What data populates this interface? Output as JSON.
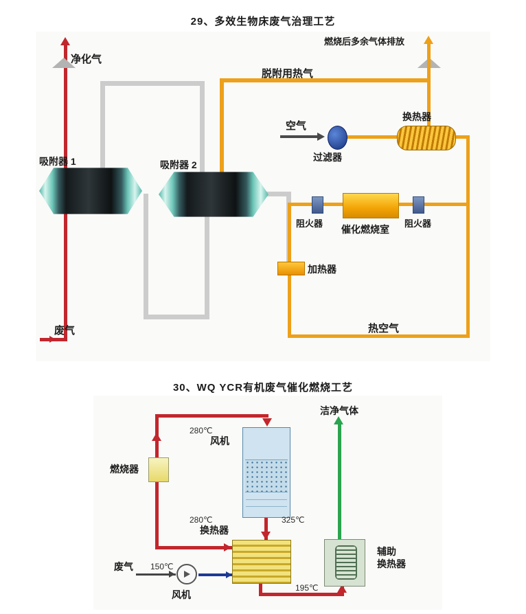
{
  "diagram1": {
    "title": "29、多效生物床废气治理工艺",
    "labels": {
      "purified_gas": "净化气",
      "waste_gas": "废气",
      "adsorber1": "吸附器 1",
      "adsorber2": "吸附器 2",
      "desorption_hot_gas": "脱附用热气",
      "excess_gas_discharge": "燃烧后多余气体排放",
      "air": "空气",
      "filter": "过滤器",
      "heat_exchanger": "换热器",
      "flame_arrester_left": "阻火器",
      "flame_arrester_right": "阻火器",
      "catalytic_combustion_chamber": "催化燃烧室",
      "heater": "加热器",
      "hot_air": "热空气"
    }
  },
  "diagram2": {
    "title": "30、WQ YCR有机废气催化燃烧工艺",
    "labels": {
      "clean_gas": "洁净气体",
      "temp_top_left": "280℃",
      "fan_top": "风机",
      "burner": "燃烧器",
      "temp_bottom_left": "280℃",
      "temp_fan_outlet": "325℃",
      "heat_exchanger": "换热器",
      "waste_gas": "废气",
      "temp_inlet": "150℃",
      "fan_bottom": "风机",
      "temp_to_aux": "195℃",
      "aux_hx_line1": "辅助",
      "aux_hx_line2": "换热器"
    }
  },
  "colors": {
    "red_pipe": "#c1272d",
    "orange_pipe": "#eda019",
    "gray_pipe": "#cccccc",
    "green_pipe": "#2aa44e",
    "blue_pipe": "#1f3a93",
    "vessel_teal": "#6cc6b8",
    "gold_equipment": "#f2a405"
  }
}
